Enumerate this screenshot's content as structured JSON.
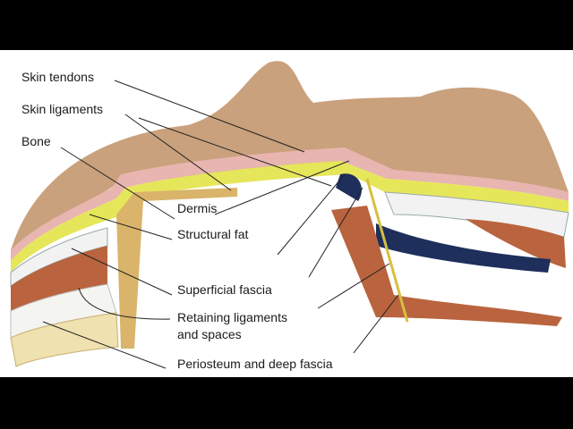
{
  "title": "Facial soft tissue layers",
  "labels": {
    "skin_tendons": "Skin tendons",
    "skin_ligaments": "Skin ligaments",
    "bone": "Bone",
    "dermis": "Dermis",
    "structural_fat": "Structural fat",
    "superficial_fascia": "Superficial fascia",
    "retaining_line1": "Retaining ligaments",
    "retaining_line2": "and spaces",
    "periosteum": "Periosteum and deep fascia"
  },
  "colors": {
    "skin": "#c9a17c",
    "dermis": "#e8b5b0",
    "fat": "#e6e65a",
    "muscle": "#b9643e",
    "bone": "#efe1b0",
    "fascia": "#1f2f5c"
  }
}
